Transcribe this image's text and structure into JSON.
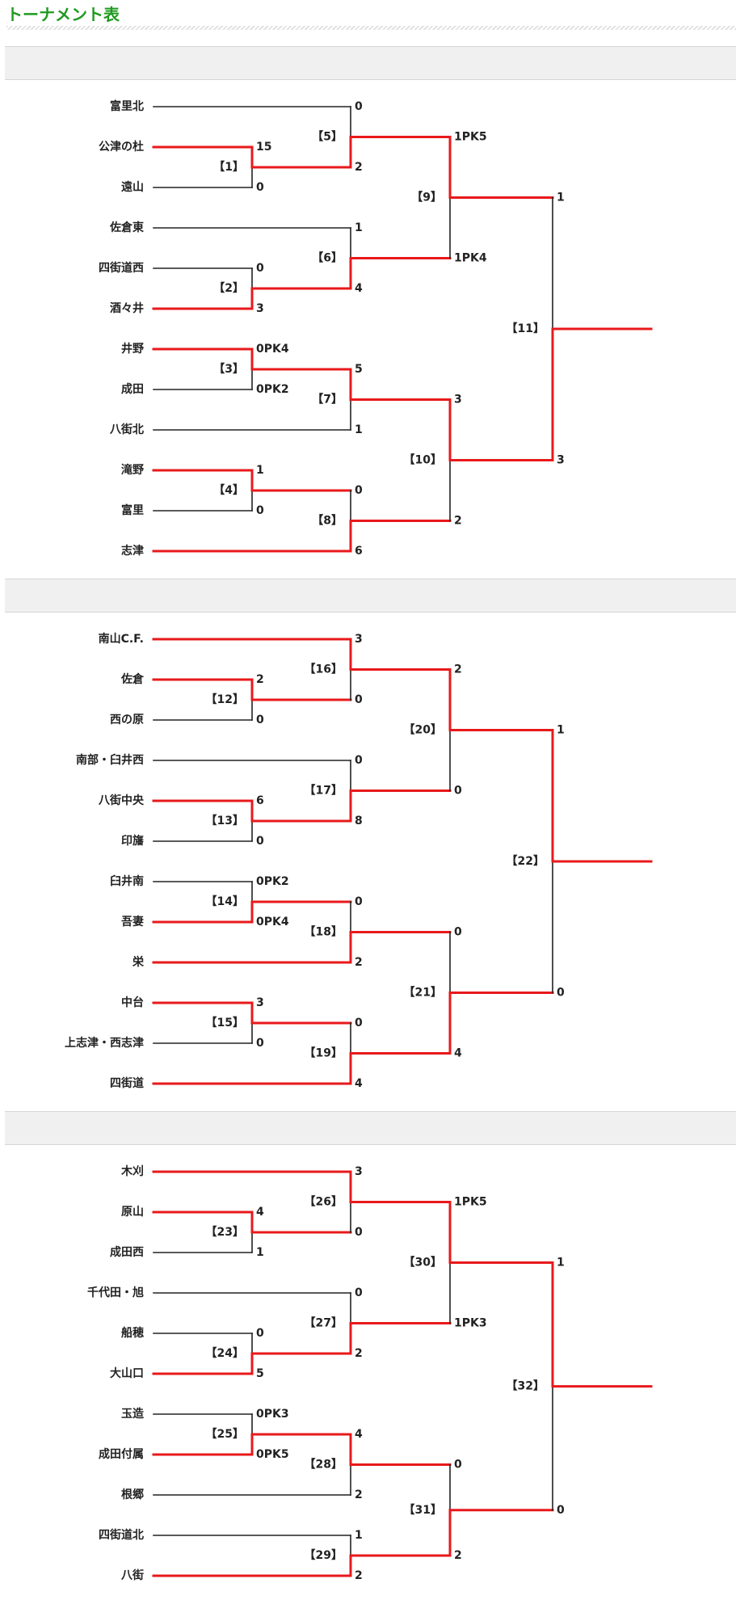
{
  "page": {
    "title": "トーナメント表"
  },
  "blocks": [
    {
      "header": "",
      "teams": [
        "富里北",
        "公津の杜",
        "遠山",
        "佐倉東",
        "四街道西",
        "酒々井",
        "井野",
        "成田",
        "八街北",
        "滝野",
        "富里",
        "志津"
      ],
      "matches": [
        {
          "id": "r1a",
          "label": "【1】",
          "teamSlots": [
            1,
            2
          ],
          "scores": [
            "15",
            "0"
          ],
          "winner": 0
        },
        {
          "id": "r1b",
          "label": "【2】",
          "teamSlots": [
            4,
            5
          ],
          "scores": [
            "0",
            "3"
          ],
          "winner": 1
        },
        {
          "id": "r1c",
          "label": "【3】",
          "teamSlots": [
            6,
            7
          ],
          "scores": [
            "0PK4",
            "0PK2"
          ],
          "winner": 0
        },
        {
          "id": "r1d",
          "label": "【4】",
          "teamSlots": [
            9,
            10
          ],
          "scores": [
            "1",
            "0"
          ],
          "winner": 0
        },
        {
          "id": "r2a",
          "label": "【5】",
          "top": {
            "team": 0
          },
          "bottom": {
            "match": "r1a"
          },
          "scores": [
            "0",
            "2"
          ],
          "winner": 1
        },
        {
          "id": "r2b",
          "label": "【6】",
          "top": {
            "team": 3
          },
          "bottom": {
            "match": "r1b"
          },
          "scores": [
            "1",
            "4"
          ],
          "winner": 1
        },
        {
          "id": "r2c",
          "label": "【7】",
          "top": {
            "match": "r1c"
          },
          "bottom": {
            "team": 8
          },
          "scores": [
            "5",
            "1"
          ],
          "winner": 0
        },
        {
          "id": "r2d",
          "label": "【8】",
          "top": {
            "match": "r1d"
          },
          "bottom": {
            "team": 11
          },
          "scores": [
            "0",
            "6"
          ],
          "winner": 1
        },
        {
          "id": "r3a",
          "label": "【9】",
          "top": {
            "match": "r2a"
          },
          "bottom": {
            "match": "r2b"
          },
          "scores": [
            "1PK5",
            "1PK4"
          ],
          "winner": 0
        },
        {
          "id": "r3b",
          "label": "【10】",
          "top": {
            "match": "r2c"
          },
          "bottom": {
            "match": "r2d"
          },
          "scores": [
            "3",
            "2"
          ],
          "winner": 0
        },
        {
          "id": "final",
          "label": "【11】",
          "top": {
            "match": "r3a"
          },
          "bottom": {
            "match": "r3b"
          },
          "scores": [
            "1",
            "3"
          ],
          "winner": 1
        }
      ]
    },
    {
      "header": "",
      "teams": [
        "南山C.F.",
        "佐倉",
        "西の原",
        "南部・臼井西",
        "八街中央",
        "印旛",
        "臼井南",
        "吾妻",
        "栄",
        "中台",
        "上志津・西志津",
        "四街道"
      ],
      "matches": [
        {
          "id": "r1a",
          "label": "【12】",
          "teamSlots": [
            1,
            2
          ],
          "scores": [
            "2",
            "0"
          ],
          "winner": 0
        },
        {
          "id": "r1b",
          "label": "【13】",
          "teamSlots": [
            4,
            5
          ],
          "scores": [
            "6",
            "0"
          ],
          "winner": 0
        },
        {
          "id": "r1c",
          "label": "【14】",
          "teamSlots": [
            6,
            7
          ],
          "scores": [
            "0PK2",
            "0PK4"
          ],
          "winner": 1
        },
        {
          "id": "r1d",
          "label": "【15】",
          "teamSlots": [
            9,
            10
          ],
          "scores": [
            "3",
            "0"
          ],
          "winner": 0
        },
        {
          "id": "r2a",
          "label": "【16】",
          "top": {
            "team": 0
          },
          "bottom": {
            "match": "r1a"
          },
          "scores": [
            "3",
            "0"
          ],
          "winner": 0
        },
        {
          "id": "r2b",
          "label": "【17】",
          "top": {
            "team": 3
          },
          "bottom": {
            "match": "r1b"
          },
          "scores": [
            "0",
            "8"
          ],
          "winner": 1
        },
        {
          "id": "r2c",
          "label": "【18】",
          "top": {
            "match": "r1c"
          },
          "bottom": {
            "team": 8
          },
          "scores": [
            "0",
            "2"
          ],
          "winner": 1
        },
        {
          "id": "r2d",
          "label": "【19】",
          "top": {
            "match": "r1d"
          },
          "bottom": {
            "team": 11
          },
          "scores": [
            "0",
            "4"
          ],
          "winner": 1
        },
        {
          "id": "r3a",
          "label": "【20】",
          "top": {
            "match": "r2a"
          },
          "bottom": {
            "match": "r2b"
          },
          "scores": [
            "2",
            "0"
          ],
          "winner": 0
        },
        {
          "id": "r3b",
          "label": "【21】",
          "top": {
            "match": "r2c"
          },
          "bottom": {
            "match": "r2d"
          },
          "scores": [
            "0",
            "4"
          ],
          "winner": 1
        },
        {
          "id": "final",
          "label": "【22】",
          "top": {
            "match": "r3a"
          },
          "bottom": {
            "match": "r3b"
          },
          "scores": [
            "1",
            "0"
          ],
          "winner": 0
        }
      ]
    },
    {
      "header": "",
      "teams": [
        "木刈",
        "原山",
        "成田西",
        "千代田・旭",
        "船穂",
        "大山口",
        "玉造",
        "成田付属",
        "根郷",
        "四街道北",
        "八街"
      ],
      "matches": [
        {
          "id": "r1a",
          "label": "【23】",
          "teamSlots": [
            1,
            2
          ],
          "scores": [
            "4",
            "1"
          ],
          "winner": 0
        },
        {
          "id": "r1b",
          "label": "【24】",
          "teamSlots": [
            4,
            5
          ],
          "scores": [
            "0",
            "5"
          ],
          "winner": 1
        },
        {
          "id": "r1c",
          "label": "【25】",
          "teamSlots": [
            6,
            7
          ],
          "scores": [
            "0PK3",
            "0PK5"
          ],
          "winner": 1
        },
        {
          "id": "r2a",
          "label": "【26】",
          "top": {
            "team": 0
          },
          "bottom": {
            "match": "r1a"
          },
          "scores": [
            "3",
            "0"
          ],
          "winner": 0
        },
        {
          "id": "r2b",
          "label": "【27】",
          "top": {
            "team": 3
          },
          "bottom": {
            "match": "r1b"
          },
          "scores": [
            "0",
            "2"
          ],
          "winner": 1
        },
        {
          "id": "r2c",
          "label": "【28】",
          "top": {
            "match": "r1c"
          },
          "bottom": {
            "team": 8
          },
          "scores": [
            "4",
            "2"
          ],
          "winner": 0
        },
        {
          "id": "r2d",
          "label": "【29】",
          "top": {
            "team": 9
          },
          "bottom": {
            "team": 10
          },
          "scores": [
            "1",
            "2"
          ],
          "winner": 1
        },
        {
          "id": "r3a",
          "label": "【30】",
          "top": {
            "match": "r2a"
          },
          "bottom": {
            "match": "r2b"
          },
          "scores": [
            "1PK5",
            "1PK3"
          ],
          "winner": 0
        },
        {
          "id": "r3b",
          "label": "【31】",
          "top": {
            "match": "r2c"
          },
          "bottom": {
            "match": "r2d"
          },
          "scores": [
            "0",
            "2"
          ],
          "winner": 1
        },
        {
          "id": "final",
          "label": "【32】",
          "top": {
            "match": "r3a"
          },
          "bottom": {
            "match": "r3b"
          },
          "scores": [
            "1",
            "0"
          ],
          "winner": 0
        }
      ]
    }
  ],
  "colors": {
    "winner_line": "#e8191b",
    "loser_line": "#222222",
    "text": "#222222",
    "title": "#1f9a1f"
  }
}
